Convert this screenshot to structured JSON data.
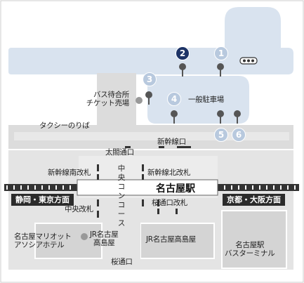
{
  "colors": {
    "water_area": "#d9e3ef",
    "road": "#dcdcdc",
    "building": "#e4e4e4",
    "building_outline": "#ffffff",
    "rail": "#333333",
    "text": "#222222",
    "badge_light": "#b8c9de",
    "badge_dark": "#1d3366",
    "stop_marker": "#555555",
    "dot_marker": "#999999"
  },
  "badges": {
    "b1": "1",
    "b2": "2",
    "b3": "3",
    "b4": "4",
    "b5": "5",
    "b6": "6"
  },
  "labels": {
    "bus_ticket_office_line1": "バス待合所",
    "bus_ticket_office_line2": "チケット売場",
    "parking": "一般駐車場",
    "taxi": "タクシーのりば",
    "shinkansen_line": "新幹線口",
    "taiko_exit": "太閤通口",
    "shinkansen_south_gate": "新幹線南改札",
    "shinkansen_north_gate": "新幹線北改札",
    "central_concourse": "中央コンコース",
    "station_name": "名古屋駅",
    "central_gate": "中央改札",
    "sakura_gate": "桜通口改札",
    "marriott_line1": "名古屋マリオット",
    "marriott_line2": "アソシアホテル",
    "jr_takashimaya_small_line1": "JR名古屋",
    "jr_takashimaya_small_line2": "高島屋",
    "jr_takashimaya": "JR名古屋高島屋",
    "bus_terminal_line1": "名古屋駅",
    "bus_terminal_line2": "バスターミナル",
    "sakura_exit": "桜通口"
  },
  "directions": {
    "left": "静岡・東京方面",
    "right": "京都・大阪方面"
  },
  "icons": [
    "bus-stop-marker-icon",
    "dot-marker-icon",
    "bus-icon"
  ]
}
